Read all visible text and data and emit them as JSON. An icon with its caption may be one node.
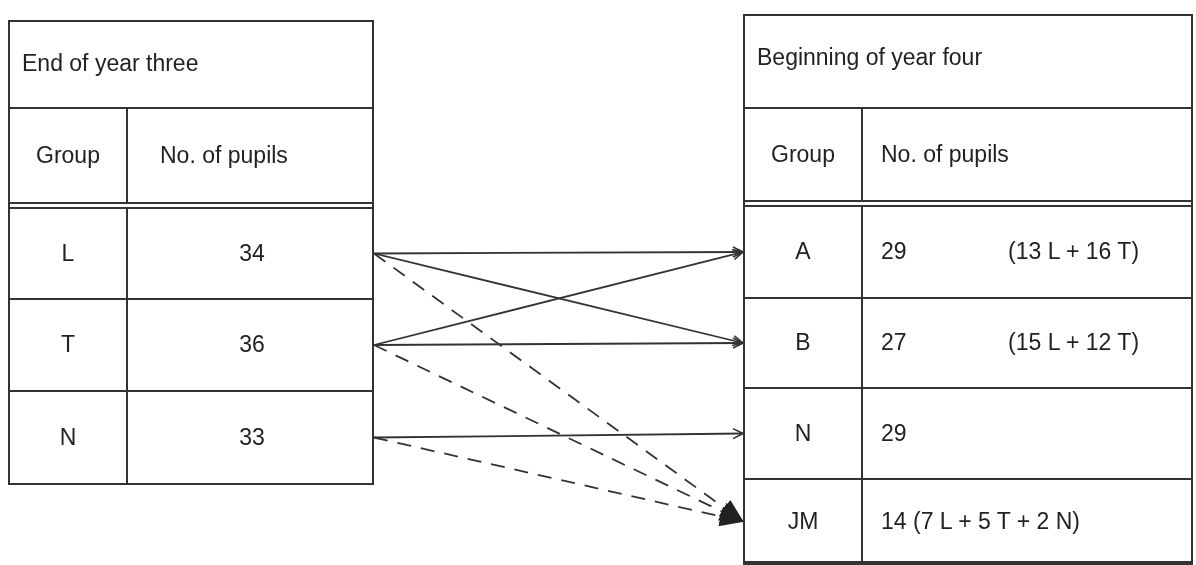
{
  "diagram": {
    "nodes": [
      {
        "text": [
          "End of year three"
        ]
      },
      {
        "text": [
          "Group",
          "No. of pupils"
        ],
        "in": 0
      },
      {
        "text": [
          "L",
          "34"
        ],
        "in": 0
      },
      {
        "text": [
          "T",
          "36"
        ],
        "in": 0
      },
      {
        "text": [
          "N",
          "33"
        ],
        "in": 0
      },
      {
        "text": [
          "Beginning of year four"
        ]
      },
      {
        "text": [
          "Group",
          "No. of pupils"
        ],
        "in": 5
      },
      {
        "text": [
          "A",
          "29",
          "(13 L + 16 T)"
        ],
        "in": 5
      },
      {
        "text": [
          "B",
          "27",
          "(15 L + 12 T)"
        ],
        "in": 5
      },
      {
        "text": [
          "N",
          "29"
        ],
        "in": 5
      },
      {
        "text": [
          "JM",
          "14 (7 L + 5 T + 2 N)"
        ],
        "in": 5
      }
    ],
    "edges": [
      {
        "from": 2,
        "to": 7,
        "arrow": "to"
      },
      {
        "from": 2,
        "to": 8,
        "arrow": "to"
      },
      {
        "from": 2,
        "to": 10,
        "arrow": "to",
        "style": "dashed"
      },
      {
        "from": 3,
        "to": 7,
        "arrow": "to"
      },
      {
        "from": 3,
        "to": 8,
        "arrow": "to"
      },
      {
        "from": 3,
        "to": 10,
        "arrow": "to",
        "style": "dashed"
      },
      {
        "from": 4,
        "to": 9,
        "arrow": "to"
      },
      {
        "from": 4,
        "to": 10,
        "arrow": "to",
        "style": "dashed"
      }
    ]
  }
}
